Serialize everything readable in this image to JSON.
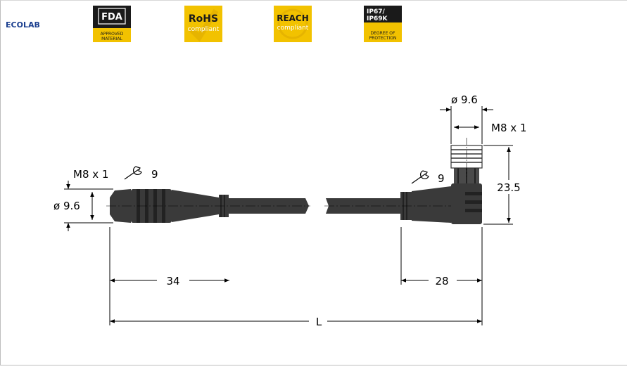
{
  "badges": {
    "ecolab": "ECOLAB",
    "fda_logo": "FDA",
    "fda_text_1": "APPROVED",
    "fda_text_2": "MATERIAL",
    "rohs_title": "RoHS",
    "rohs_sub": "compliant",
    "reach_title": "REACH",
    "reach_sub": "compliant",
    "ip_line1": "IP67/",
    "ip_line2": "IP69K",
    "ip_text_1": "DEGREE OF",
    "ip_text_2": "PROTECTION"
  },
  "drawing": {
    "left_thread": "M8 x 1",
    "left_wrench": "9",
    "left_diameter": "ø 9.6",
    "right_diameter": "ø 9.6",
    "right_thread": "M8 x 1",
    "right_wrench": "9",
    "right_height": "23.5",
    "dim_left": "34",
    "dim_right": "28",
    "dim_total": "L"
  },
  "colors": {
    "badge_yellow": "#f2c200",
    "badge_dark": "#1a1a1a",
    "ecolab_blue": "#1b3f8f",
    "body_dark": "#3a3a3a"
  }
}
